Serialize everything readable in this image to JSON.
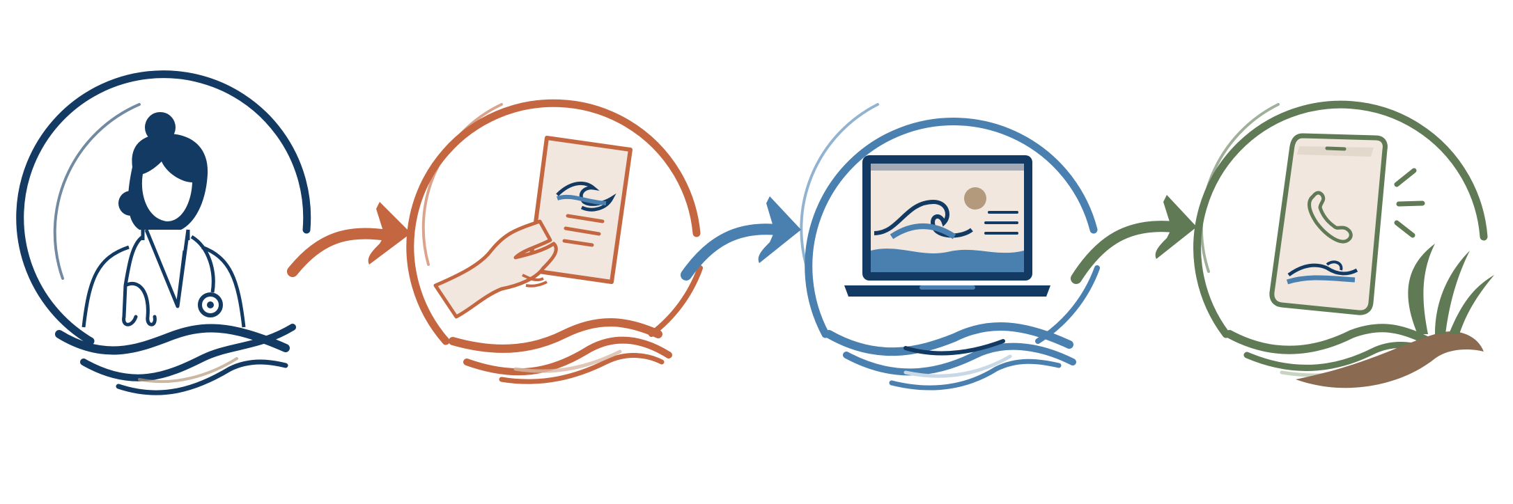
{
  "colors": {
    "navy": "#123a63",
    "terracotta": "#c4663f",
    "blue": "#4a80b0",
    "sage": "#5f7a55",
    "cream": "#f1e7df",
    "tan": "#b49a7c",
    "earth": "#8a6a50"
  },
  "steps": [
    {
      "icon": "clinician-stethoscope-icon",
      "color": "navy"
    },
    {
      "icon": "hand-holding-card-icon",
      "color": "terracotta"
    },
    {
      "icon": "laptop-website-icon",
      "color": "blue"
    },
    {
      "icon": "smartphone-call-icon",
      "color": "sage"
    }
  ],
  "connectors": [
    {
      "icon": "arrow-right-icon",
      "color": "terracotta"
    },
    {
      "icon": "arrow-right-icon",
      "color": "blue"
    },
    {
      "icon": "arrow-right-icon",
      "color": "sage"
    }
  ]
}
